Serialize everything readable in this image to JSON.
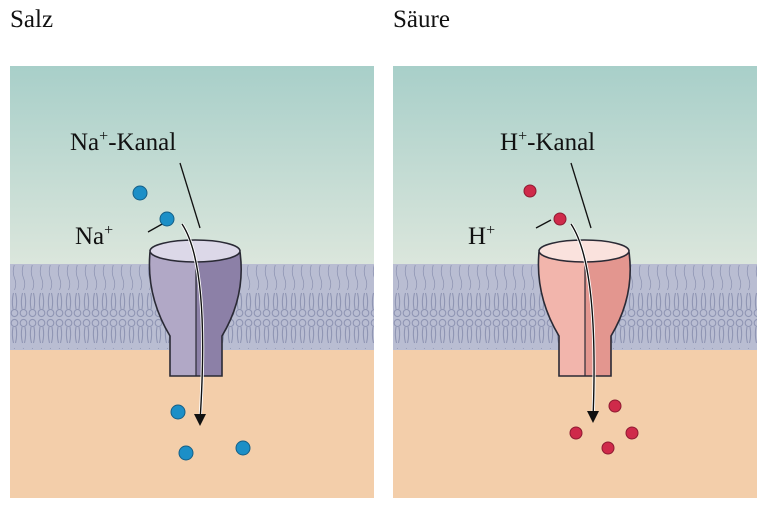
{
  "panels": [
    {
      "title": "Salz",
      "channel_label": {
        "ion": "Na",
        "sup": "+",
        "suffix": "-Kanal"
      },
      "ion_label": {
        "ion": "Na",
        "sup": "+"
      },
      "channel_color": "#b1a8c6",
      "channel_dark": "#8c80a7",
      "channel_top": "#dcd8e8",
      "ion_color": "#1c8fc7"
    },
    {
      "title": "Säure",
      "channel_label": {
        "ion": "H",
        "sup": "+",
        "suffix": "-Kanal"
      },
      "ion_label": {
        "ion": "H",
        "sup": "+"
      },
      "channel_color": "#f2b5ac",
      "channel_dark": "#e3968f",
      "channel_top": "#fae2dd",
      "ion_color": "#cf2a4a"
    }
  ],
  "colors": {
    "water_top": "#a8cfc9",
    "water_bottom": "#dbe6dc",
    "membrane": "#b9bdd2",
    "lipid": "#8f95b3",
    "cytoplasm": "#f3ceaa"
  }
}
